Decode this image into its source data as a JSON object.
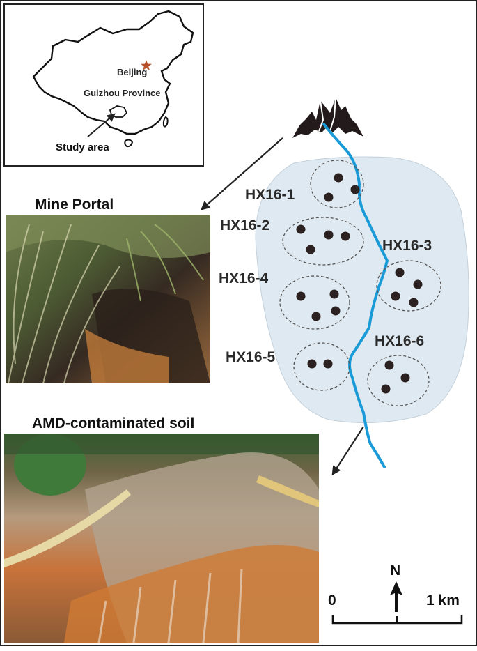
{
  "inset_map": {
    "capital_label": "Beijing",
    "province_label": "Guizhou Province",
    "study_area_label": "Study area",
    "capital_marker_color": "#b5522a"
  },
  "photos": {
    "mine_portal_title": "Mine Portal",
    "amd_soil_title": "AMD-contaminated soil"
  },
  "site_map": {
    "sites": [
      {
        "id": "HX16-1",
        "sample_count": 3
      },
      {
        "id": "HX16-2",
        "sample_count": 4
      },
      {
        "id": "HX16-3",
        "sample_count": 4
      },
      {
        "id": "HX16-4",
        "sample_count": 4
      },
      {
        "id": "HX16-5",
        "sample_count": 2
      },
      {
        "id": "HX16-6",
        "sample_count": 3
      }
    ],
    "river_color": "#1a9ad6",
    "area_color": "#dfe9f1",
    "sample_point_color": "#2b2121"
  },
  "scale_bar": {
    "start_label": "0",
    "end_label": "1 km",
    "north_label": "N"
  }
}
